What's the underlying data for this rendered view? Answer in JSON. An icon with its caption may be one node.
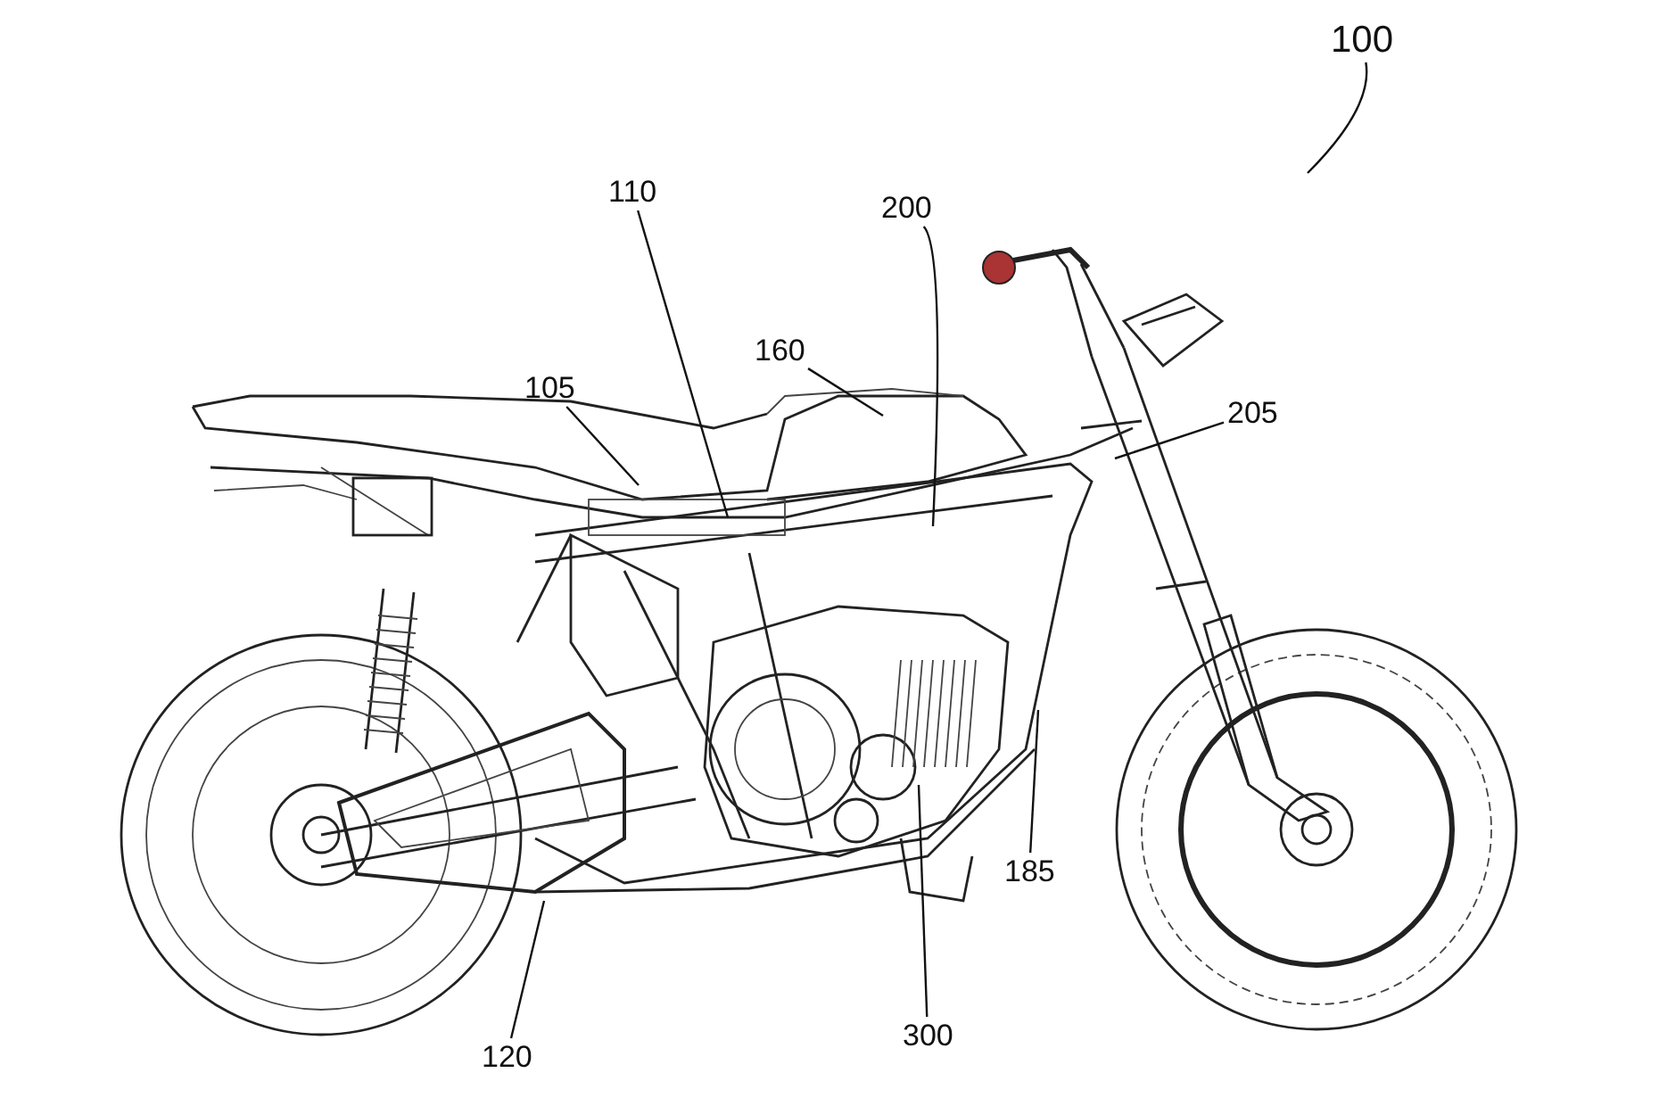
{
  "diagram": {
    "nodes": [
      {
        "text": [
          "100"
        ]
      },
      {
        "text": [
          "110"
        ]
      },
      {
        "text": [
          "200"
        ]
      },
      {
        "text": [
          "160"
        ]
      },
      {
        "text": [
          "105"
        ]
      },
      {
        "text": [
          "205"
        ]
      },
      {
        "text": [
          "185"
        ]
      },
      {
        "text": [
          "120"
        ]
      },
      {
        "text": [
          "300"
        ]
      }
    ],
    "edges": [
      {
        "from": 0,
        "to": null,
        "arrow": "none"
      },
      {
        "from": 1,
        "to": null,
        "arrow": "none"
      },
      {
        "from": 2,
        "to": null,
        "arrow": "none"
      },
      {
        "from": 3,
        "to": null,
        "arrow": "none"
      },
      {
        "from": 4,
        "to": null,
        "arrow": "none"
      },
      {
        "from": 5,
        "to": null,
        "arrow": "none"
      },
      {
        "from": 6,
        "to": null,
        "arrow": "none"
      },
      {
        "from": 7,
        "to": null,
        "arrow": "none"
      },
      {
        "from": 8,
        "to": null,
        "arrow": "none"
      }
    ]
  }
}
